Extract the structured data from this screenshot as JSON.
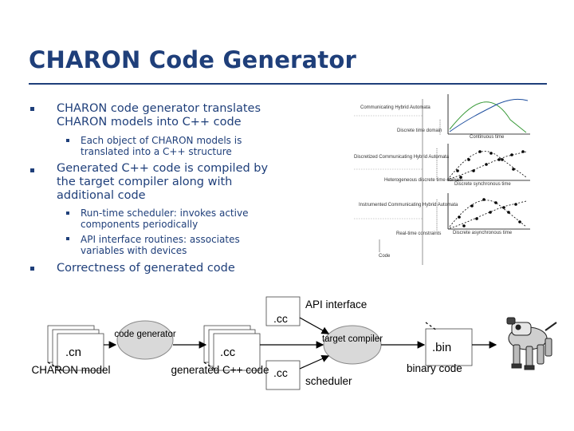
{
  "title": "CHARON Code Generator",
  "bullets": [
    {
      "text": "CHARON code generator translates CHARON models into C++ code",
      "subs": [
        "Each object of CHARON models is translated into a C++ structure"
      ]
    },
    {
      "text": "Generated C++ code is compiled by the target compiler along with additional code",
      "subs": [
        "Run-time scheduler: invokes active components periodically",
        "API interface routines: associates variables with devices"
      ]
    },
    {
      "text": "Correctness of generated code",
      "subs": []
    }
  ],
  "timing_figure": {
    "labels": {
      "hybrid": "Communicating Hybrid Automata",
      "discrete_domain": "Discrete time domain",
      "continuous": "Continuous time",
      "discretized": "Discretized Communicating Hybrid Automata",
      "heterogeneous": "Heterogeneous discrete time domain",
      "discrete_sync": "Discrete synchronous time",
      "instrumented": "Instrumented Communicating Hybrid Automata",
      "realtime": "Real-time constraints",
      "discrete_sync2": "Discrete asynchronous time",
      "code": "Code"
    }
  },
  "flow": {
    "cn": ".cn",
    "code_generator": "code generator",
    "cc1": ".cc",
    "cc_api": ".cc",
    "cc_sched": ".cc",
    "target_compiler": "target compiler",
    "bin": ".bin",
    "charon_model": "CHARON model",
    "generated_code": "generated C++ code",
    "api_interface": "API interface",
    "scheduler": "scheduler",
    "binary_code": "binary code"
  },
  "colors": {
    "title": "#1f3f7a",
    "text": "#1f3f7a",
    "curve": "#2b5a8a"
  }
}
